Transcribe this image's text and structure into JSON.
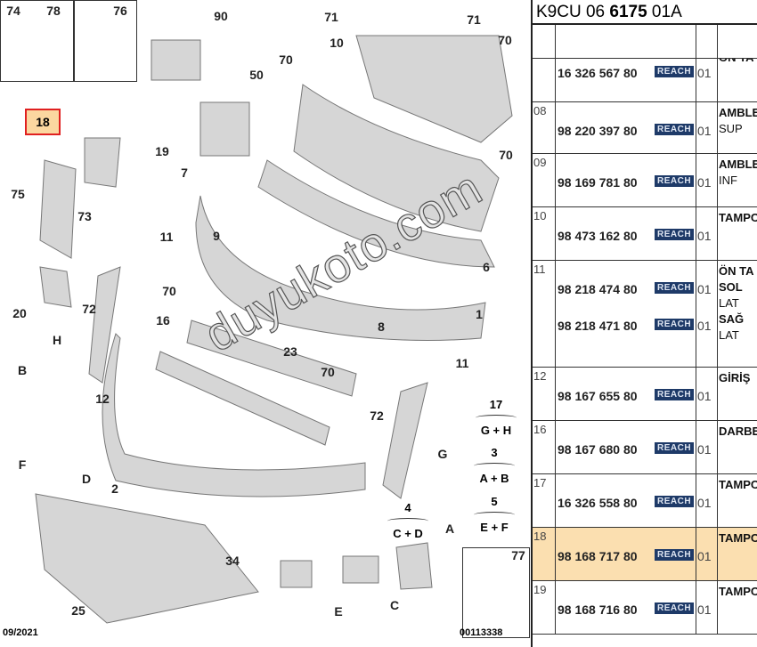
{
  "diagram": {
    "callouts": [
      "74",
      "78",
      "76",
      "90",
      "50",
      "18",
      "19",
      "75",
      "73",
      "7",
      "11",
      "9",
      "72",
      "20",
      "H",
      "70",
      "16",
      "23",
      "70",
      "8",
      "1",
      "6",
      "70",
      "70",
      "71",
      "10",
      "71",
      "70",
      "B",
      "11",
      "72",
      "12",
      "F",
      "D",
      "2",
      "G",
      "34",
      "25",
      "E",
      "C",
      "A",
      "77"
    ],
    "combos": [
      {
        "num": "17",
        "parts": "G + H"
      },
      {
        "num": "3",
        "parts": "A + B"
      },
      {
        "num": "4",
        "parts": "C + D"
      },
      {
        "num": "5",
        "parts": "E + F"
      }
    ],
    "date": "09/2021",
    "code": "00113338",
    "watermark": "duyukoto.com",
    "highlight_color": "#fbd7a0"
  },
  "table": {
    "title_prefix": "K9CU 06 ",
    "title_bold": "6175",
    "title_suffix": " 01A",
    "reach_label": "REACH",
    "rows": [
      {
        "idx": "",
        "ref": "16 326 567 80",
        "qty": "01",
        "desc": [
          "ÖN TA"
        ]
      },
      {
        "idx": "08",
        "ref": "98 220 397 80",
        "qty": "01",
        "desc": [
          "AMBLE",
          "SUP"
        ]
      },
      {
        "idx": "09",
        "ref": "98 169 781 80",
        "qty": "01",
        "desc": [
          "AMBLE",
          "INF"
        ]
      },
      {
        "idx": "10",
        "ref": "98 473 162 80",
        "qty": "01",
        "desc": [
          "TAMPO"
        ]
      },
      {
        "idx": "11",
        "ref": "98 218 474 80",
        "qty": "01",
        "desc": [
          "ÖN TA",
          "SOL",
          "LAT"
        ],
        "ref2": "98 218 471 80",
        "qty2": "01",
        "desc2": [
          "SAĞ",
          "LAT"
        ]
      },
      {
        "idx": "12",
        "ref": "98 167 655 80",
        "qty": "01",
        "desc": [
          "GİRİŞ"
        ]
      },
      {
        "idx": "16",
        "ref": "98 167 680 80",
        "qty": "01",
        "desc": [
          "DARBE"
        ]
      },
      {
        "idx": "17",
        "ref": "16 326 558 80",
        "qty": "01",
        "desc": [
          "TAMPO"
        ]
      },
      {
        "idx": "18",
        "ref": "98 168 717 80",
        "qty": "01",
        "desc": [
          "TAMPO"
        ],
        "selected": true
      },
      {
        "idx": "19",
        "ref": "98 168 716 80",
        "qty": "01",
        "desc": [
          "TAMPO"
        ]
      }
    ]
  }
}
